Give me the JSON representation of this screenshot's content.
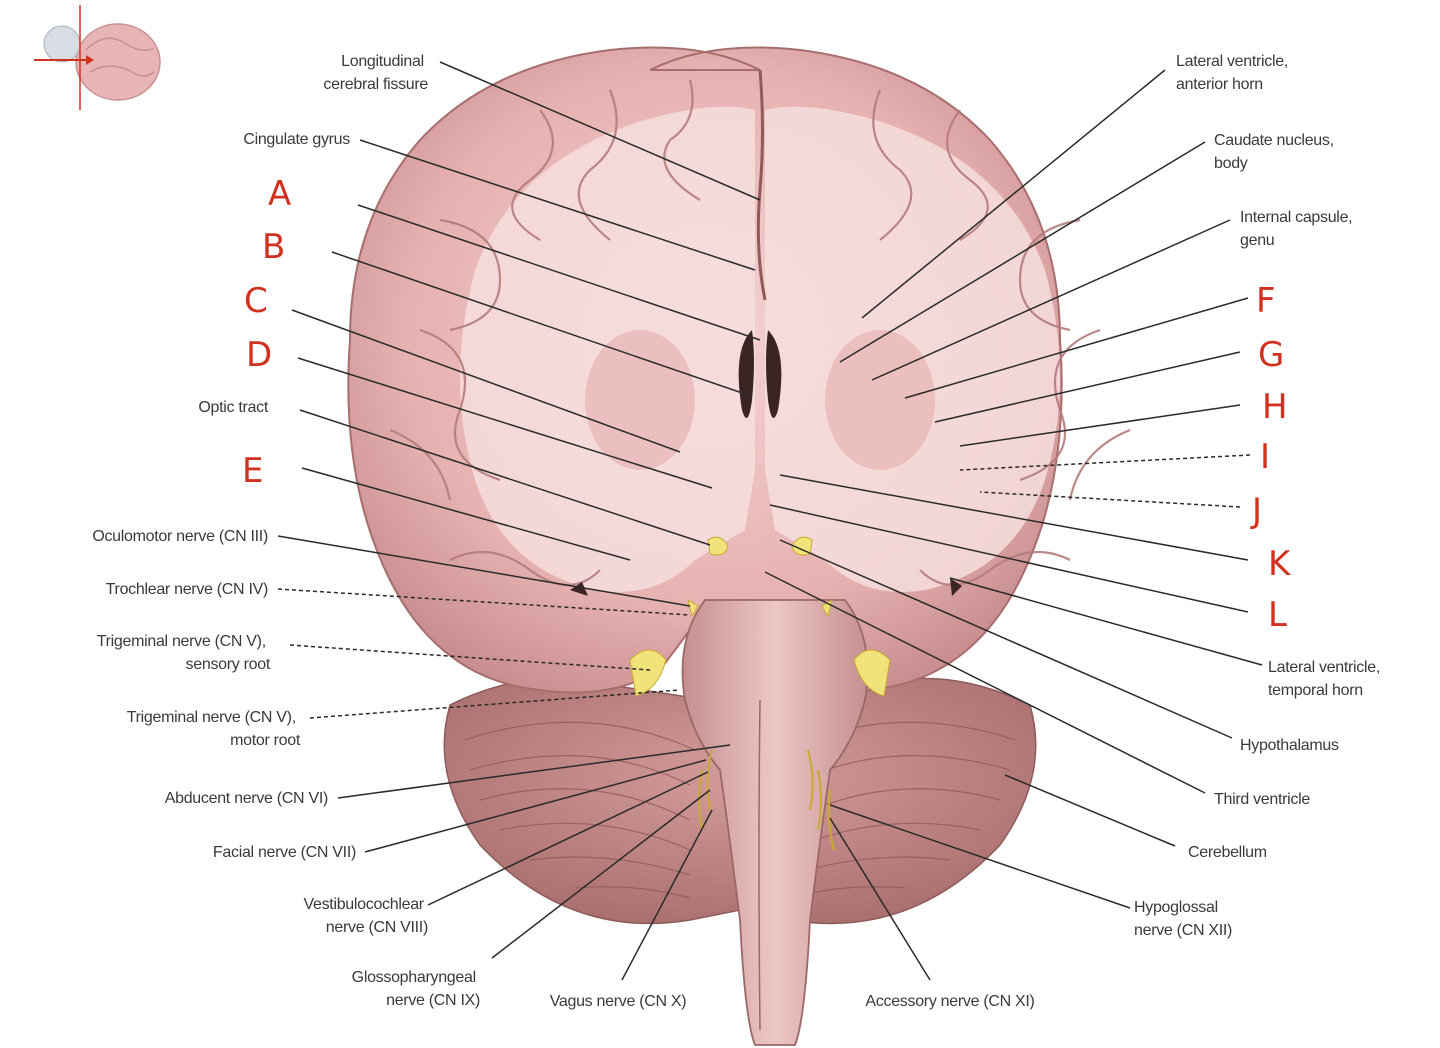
{
  "labels_left": [
    {
      "id": "longitudinal-fissure",
      "lines": [
        "Longitudinal",
        "cerebral fissure"
      ]
    },
    {
      "id": "cingulate-gyrus",
      "lines": [
        "Cingulate gyrus"
      ]
    },
    {
      "id": "optic-tract",
      "lines": [
        "Optic tract"
      ]
    },
    {
      "id": "oculomotor-nerve",
      "lines": [
        "Oculomotor nerve (CN III)"
      ]
    },
    {
      "id": "trochlear-nerve",
      "lines": [
        "Trochlear nerve (CN IV)"
      ]
    },
    {
      "id": "trigeminal-sensory",
      "lines": [
        "Trigeminal nerve (CN V),",
        "sensory root"
      ]
    },
    {
      "id": "trigeminal-motor",
      "lines": [
        "Trigeminal nerve (CN V),",
        "motor root"
      ]
    },
    {
      "id": "abducent-nerve",
      "lines": [
        "Abducent nerve (CN VI)"
      ]
    },
    {
      "id": "facial-nerve",
      "lines": [
        "Facial nerve (CN VII)"
      ]
    },
    {
      "id": "vestibulocochlear-nerve",
      "lines": [
        "Vestibulocochlear",
        "nerve (CN VIII)"
      ]
    },
    {
      "id": "glossopharyngeal-nerve",
      "lines": [
        "Glossopharyngeal",
        "nerve (CN IX)"
      ]
    },
    {
      "id": "vagus-nerve",
      "lines": [
        "Vagus nerve (CN X)"
      ]
    }
  ],
  "labels_right": [
    {
      "id": "lateral-ventricle-anterior",
      "lines": [
        "Lateral ventricle,",
        "anterior horn"
      ]
    },
    {
      "id": "caudate-nucleus-body",
      "lines": [
        "Caudate nucleus,",
        "body"
      ]
    },
    {
      "id": "internal-capsule-genu",
      "lines": [
        "Internal capsule,",
        "genu"
      ]
    },
    {
      "id": "lateral-ventricle-temporal",
      "lines": [
        "Lateral ventricle,",
        "temporal horn"
      ]
    },
    {
      "id": "hypothalamus",
      "lines": [
        "Hypothalamus"
      ]
    },
    {
      "id": "third-ventricle",
      "lines": [
        "Third ventricle"
      ]
    },
    {
      "id": "cerebellum",
      "lines": [
        "Cerebellum"
      ]
    },
    {
      "id": "hypoglossal-nerve",
      "lines": [
        "Hypoglossal",
        "nerve (CN XII)"
      ]
    },
    {
      "id": "accessory-nerve",
      "lines": [
        "Accessory nerve (CN XI)"
      ]
    }
  ],
  "letters_left": [
    "A",
    "B",
    "C",
    "D",
    "E"
  ],
  "letters_right": [
    "F",
    "G",
    "H",
    "I",
    "J",
    "K",
    "L"
  ],
  "colors": {
    "cortex": "#e9b8b8",
    "white_matter": "#f6dedd",
    "nerve": "#f2e27a",
    "annotation": "#d2311f"
  }
}
